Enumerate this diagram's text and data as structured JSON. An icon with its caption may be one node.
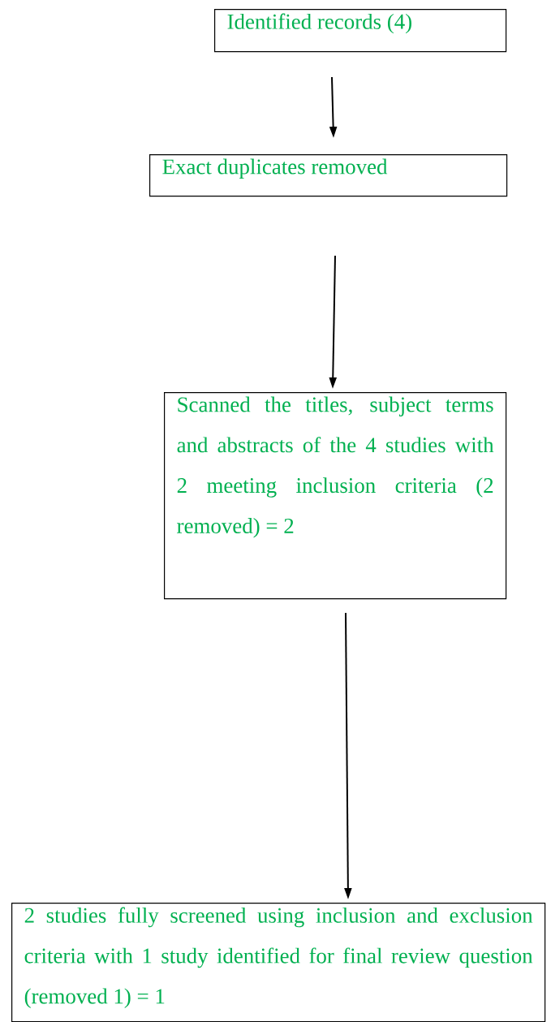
{
  "diagram": {
    "nodes": [
      {
        "text": [
          "Identified records (4)"
        ]
      },
      {
        "text": [
          "Exact duplicates removed"
        ]
      },
      {
        "text": [
          "Scanned the titles, subject terms and abstracts of the 4 studies with 2 meeting inclusion criteria (2 removed) = 2"
        ]
      },
      {
        "text": [
          "2 studies fully screened using inclusion and exclusion criteria with 1 study identified for final review question (removed 1) = 1"
        ]
      }
    ],
    "edges": [
      {
        "from": 0,
        "to": 1,
        "arrow": "to"
      },
      {
        "from": 1,
        "to": 2,
        "arrow": "to"
      },
      {
        "from": 2,
        "to": 3,
        "arrow": "to"
      }
    ]
  }
}
